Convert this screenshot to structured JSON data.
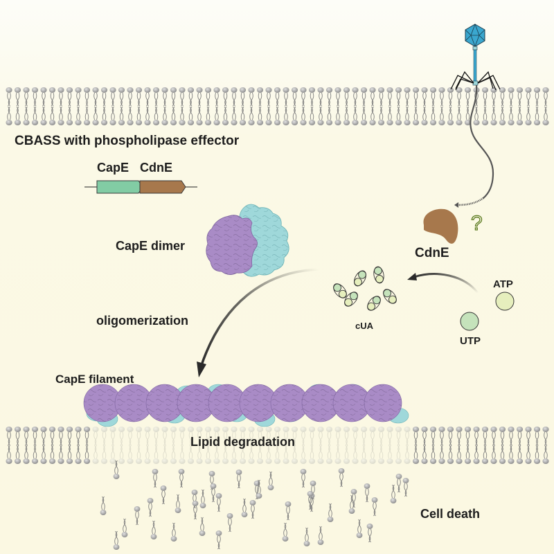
{
  "title": "CBASS with phospholipase effector",
  "genes": {
    "gene1": "CapE",
    "gene2": "CdnE",
    "gene1_color": "#82ccA4",
    "gene2_color": "#a7784c"
  },
  "labels": {
    "cape_dimer": "CapE dimer",
    "cdne": "CdnE",
    "question": "?",
    "atp": "ATP",
    "utp": "UTP",
    "cua": "cUA",
    "oligomerization": "oligomerization",
    "cape_filament": "CapE filament",
    "lipid_degradation": "Lipid degradation",
    "cell_death": "Cell death"
  },
  "colors": {
    "cape_purple": "#a98bc6",
    "cape_cyan": "#9fd8da",
    "cdne_brown": "#a7784c",
    "phage_blue": "#3aa7cf",
    "atp_fill": "#e6efbd",
    "utp_fill": "#c5e3bb",
    "lipid_head": "#a8a8a8"
  }
}
